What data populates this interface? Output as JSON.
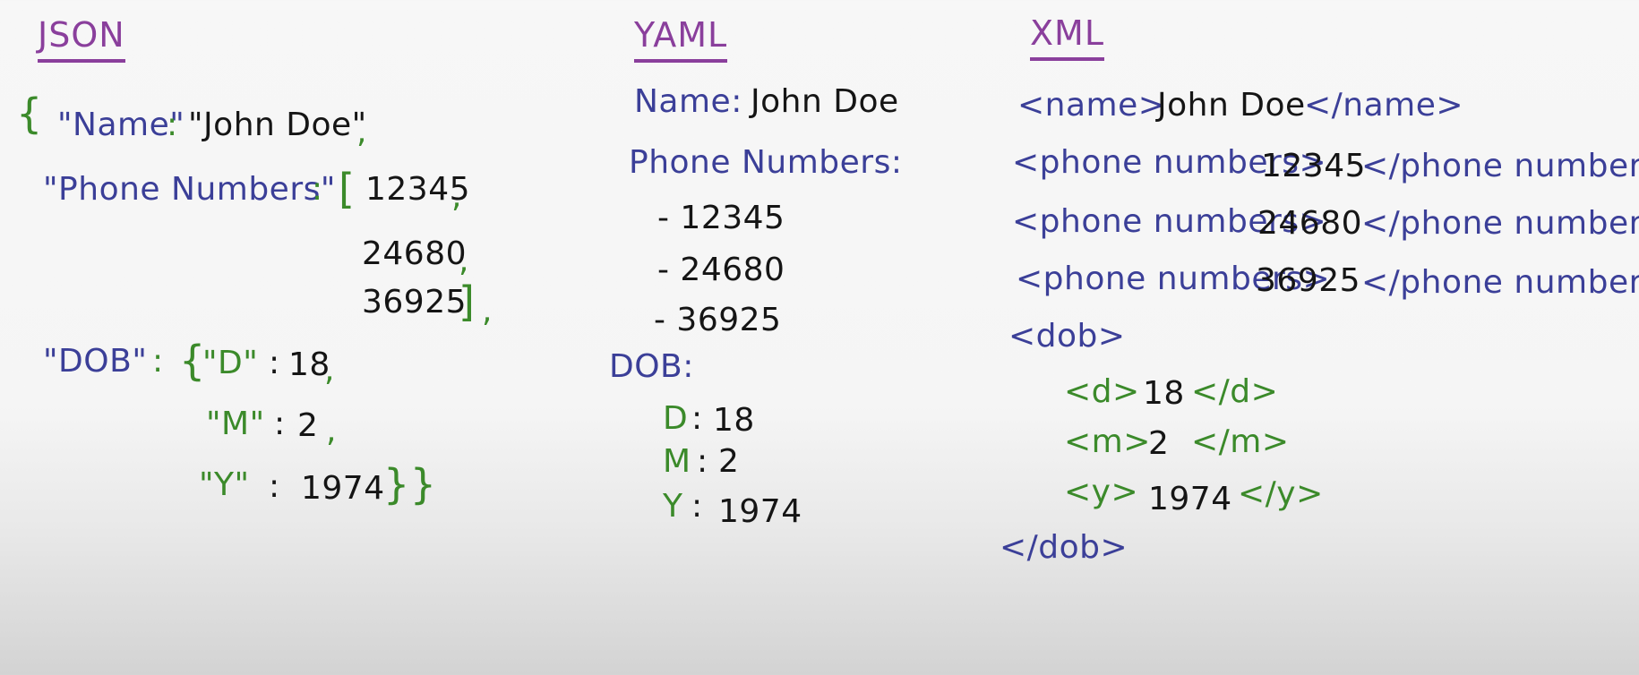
{
  "colors": {
    "title": "#8a3f9c",
    "key": "#3b3f98",
    "punct": "#3b8a2a",
    "value": "#151515"
  },
  "json": {
    "title": "JSON",
    "open_brace": "{",
    "name_key": "\"Name\"",
    "colon": ":",
    "name_value": "\"John Doe\"",
    "comma": ",",
    "phone_key": "\"Phone Numbers\"",
    "open_bracket": "[",
    "phone_1": "12345",
    "phone_2": "24680",
    "phone_3": "36925",
    "close_bracket": "]",
    "dob_key": "\"DOB\"",
    "dob_open": "{",
    "d_key": "\"D\"",
    "d_value": "18",
    "m_key": "\"M\"",
    "m_value": "2",
    "y_key": "\"Y\"",
    "y_value": "1974",
    "close_braces": "}}"
  },
  "yaml": {
    "title": "YAML",
    "name_key": "Name:",
    "name_value": "John Doe",
    "phone_key": "Phone Numbers:",
    "phone_1": "- 12345",
    "phone_2": "- 24680",
    "phone_3": "- 36925",
    "dob_key": "DOB:",
    "d_key": "D",
    "m_key": "M",
    "y_key": "Y",
    "colon": ":",
    "d_value": "18",
    "m_value": "2",
    "y_value": "1974"
  },
  "xml": {
    "title": "XML",
    "name_open": "<name>",
    "name_value": "John Doe",
    "name_close": "</name>",
    "phone_open": "<phone numbers>",
    "phone_close": "</phone numbers>",
    "phone_1": "12345",
    "phone_2": "24680",
    "phone_3": "36925",
    "dob_open": "<dob>",
    "d_open": "<d>",
    "d_value": "18",
    "d_close": "</d>",
    "m_open": "<m>",
    "m_value": "2",
    "m_close": "</m>",
    "y_open": "<y>",
    "y_value": "1974",
    "y_close": "</y>",
    "dob_close": "</dob>"
  }
}
